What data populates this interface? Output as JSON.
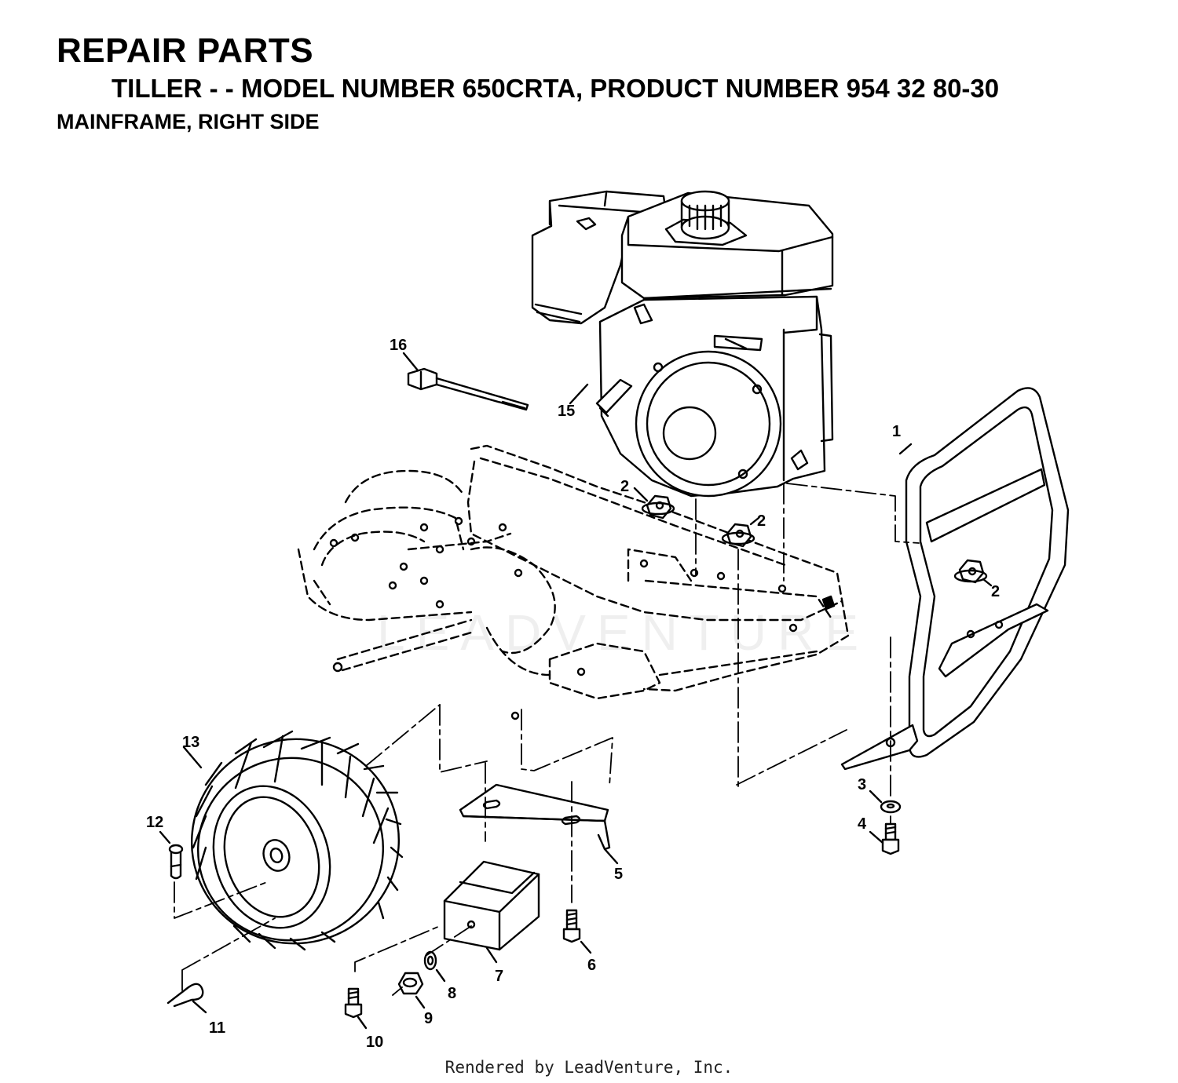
{
  "header": {
    "title": "REPAIR PARTS",
    "subtitle": "TILLER - - MODEL NUMBER 650CRTA, PRODUCT NUMBER 954 32 80-30",
    "section": "MAINFRAME, RIGHT SIDE"
  },
  "parts": {
    "p1": "1",
    "p2a": "2",
    "p2b": "2",
    "p2c": "2",
    "p3": "3",
    "p4": "4",
    "p5": "5",
    "p6": "6",
    "p7": "7",
    "p8": "8",
    "p9": "9",
    "p10": "10",
    "p11": "11",
    "p12": "12",
    "p13": "13",
    "p15": "15",
    "p16": "16"
  },
  "watermark": "LEADVENTURE",
  "footer": "Rendered by LeadVenture, Inc."
}
